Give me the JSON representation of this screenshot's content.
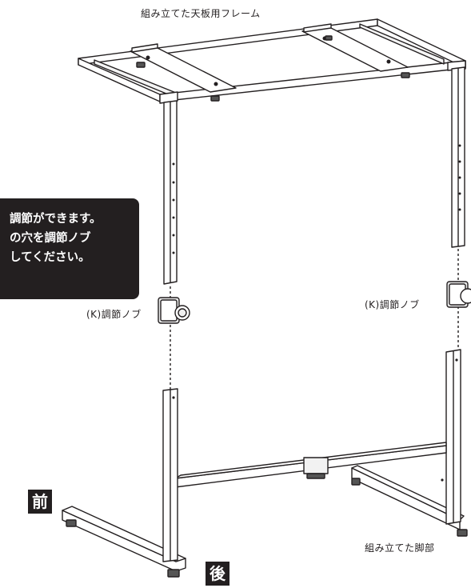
{
  "labels": {
    "frame": "組み立てた天板用フレーム",
    "knob_left": "(K)調節ノブ",
    "knob_right": "(K)調節ノブ",
    "legs": "組み立てた脚部"
  },
  "notice": {
    "line1": "調節ができます。",
    "line2": "の穴を調節ノブ",
    "line3": "してください。"
  },
  "badges": {
    "front": "前",
    "back": "後"
  },
  "colors": {
    "ink": "#231f20",
    "notice_bg": "#231f20",
    "notice_text": "#ffffff",
    "background": "#ffffff"
  }
}
